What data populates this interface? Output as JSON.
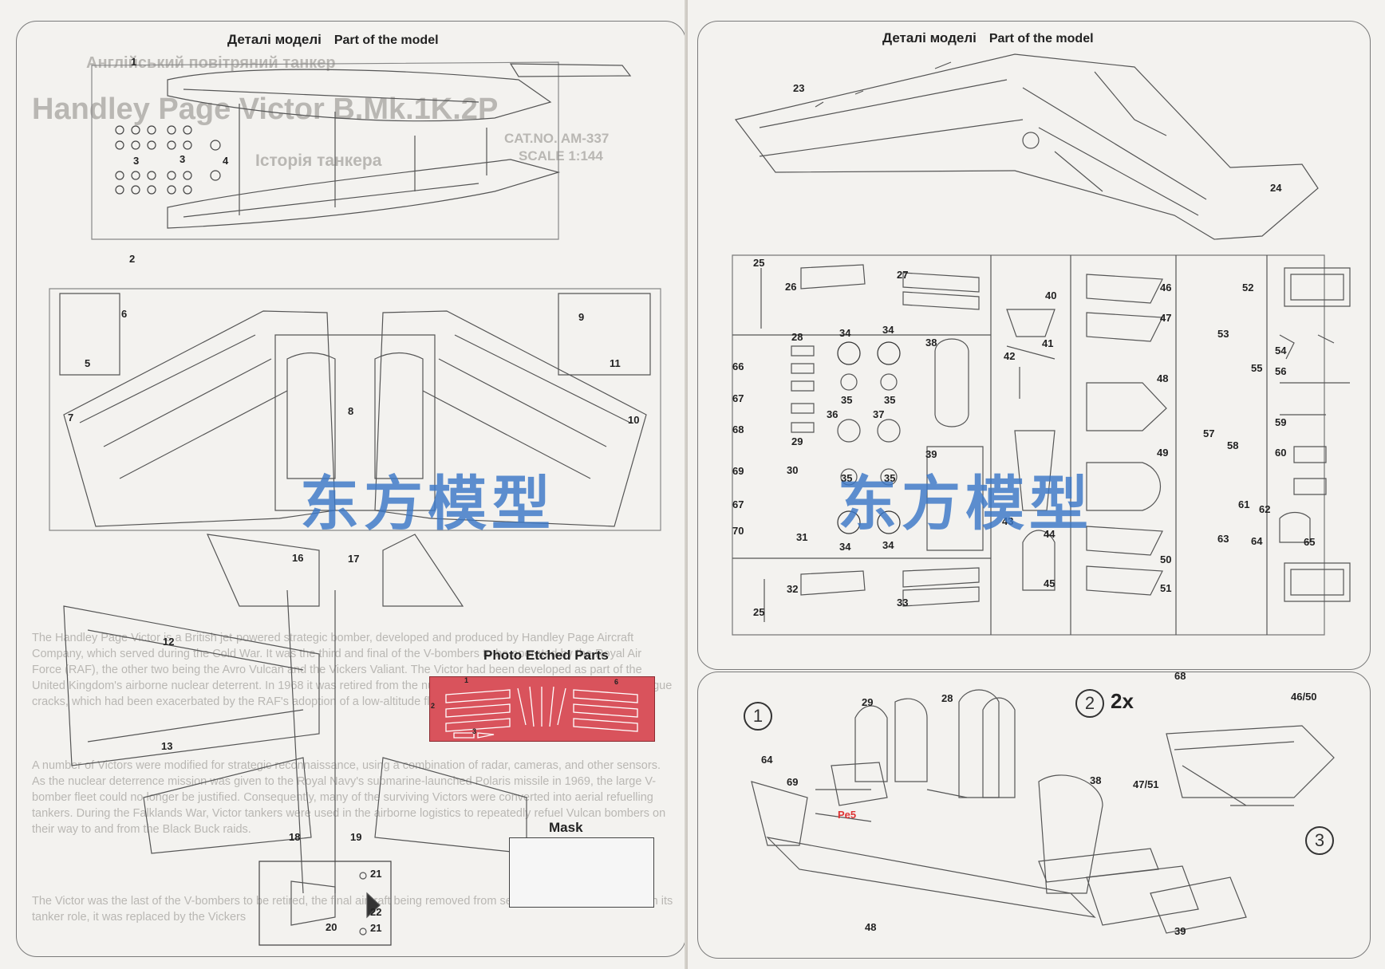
{
  "left_page": {
    "header": {
      "uk": "Деталі моделі",
      "en": "Part of the model"
    },
    "ghost_text": {
      "subtitle": "Англійський повітряний танкер",
      "title": "Handley Page Victor B.Mk.1K.2P",
      "catno": "CAT.NO. AM-337",
      "scale": "SCALE 1:144",
      "history": "Історія танкера",
      "para_en_1": "The Handley Page Victor is a British jet-powered strategic bomber, developed and produced by Handley Page Aircraft Company, which served during the Cold War. It was the third and final of the V-bombers to be operated by the Royal Air Force (RAF), the other two being the Avro Vulcan and the Vickers Valiant. The Victor had been developed as part of the United Kingdom's airborne nuclear deterrent. In 1968 it was retired from the nuclear mission following the discovery of fatigue cracks, which had been exacerbated by the RAF's adoption of a low-altitude flight profile to avoid interception.",
      "para_en_2": "A number of Victors were modified for strategic reconnaissance, using a combination of radar, cameras, and other sensors. As the nuclear deterrence mission was given to the Royal Navy's submarine-launched Polaris missile in 1969, the large V-bomber fleet could no longer be justified. Consequently, many of the surviving Victors were converted into aerial refuelling tankers. During the Falklands War, Victor tankers were used in the airborne logistics to repeatedly refuel Vulcan bombers on their way to and from the Black Buck raids.",
      "para_en_3": "The Victor was the last of the V-bombers to be retired, the final aircraft being removed from service on 15 October 1993. In its tanker role, it was replaced by the Vickers"
    },
    "part_numbers": [
      "1",
      "2",
      "3",
      "3",
      "4",
      "5",
      "6",
      "7",
      "8",
      "9",
      "10",
      "11",
      "12",
      "13",
      "16",
      "17",
      "18",
      "19",
      "20",
      "21",
      "22",
      "21"
    ],
    "photo_etched_title": "Photo Etched Parts",
    "mask_title": "Mask",
    "watermark": "东方模型"
  },
  "right_page": {
    "header": {
      "uk": "Деталі моделі",
      "en": "Part of the model"
    },
    "wing_numbers": [
      "23",
      "24"
    ],
    "sprue_numbers": [
      "25",
      "26",
      "27",
      "28",
      "29",
      "30",
      "31",
      "32",
      "33",
      "34",
      "34",
      "34",
      "34",
      "35",
      "35",
      "35",
      "35",
      "36",
      "37",
      "38",
      "39",
      "40",
      "41",
      "42",
      "43",
      "44",
      "45",
      "46",
      "47",
      "48",
      "49",
      "50",
      "51",
      "52",
      "53",
      "54",
      "55",
      "56",
      "57",
      "58",
      "59",
      "60",
      "61",
      "62",
      "63",
      "64",
      "65",
      "66",
      "67",
      "67",
      "68",
      "69",
      "70",
      "25"
    ],
    "watermark": "东方模型",
    "steps": {
      "s1": "1",
      "s2": "2",
      "s2_mult": "2x",
      "s3": "3",
      "labels": [
        "64",
        "69",
        "Pe5",
        "29",
        "28",
        "48",
        "38",
        "68",
        "46/50",
        "47/51",
        "39"
      ]
    }
  }
}
